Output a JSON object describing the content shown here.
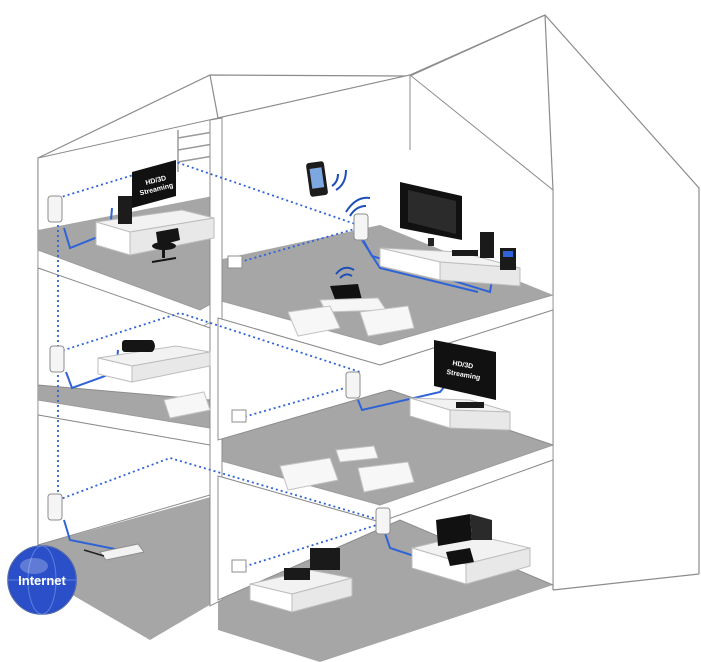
{
  "globe": {
    "label": "Internet",
    "color": "#2a4fc8"
  },
  "screens": {
    "top_left_line1": "HD/3D",
    "top_left_line2": "Streaming",
    "middle_right_line1": "HD/3D",
    "middle_right_line2": "Streaming"
  },
  "colors": {
    "floor": "#a6a6a6",
    "wall": "#ffffff",
    "outline": "#8c8c8c",
    "cable": "#2f63d6",
    "link_dotted": "#2f63d6",
    "device_dark": "#1c1c1c"
  },
  "icons": [
    "house-outline-icon",
    "powerline-adapter-icon",
    "wifi-signal-icon",
    "smartphone-icon",
    "laptop-icon",
    "tv-icon",
    "desktop-pc-icon",
    "printer-icon",
    "router-icon",
    "wall-socket-icon",
    "globe-icon"
  ]
}
